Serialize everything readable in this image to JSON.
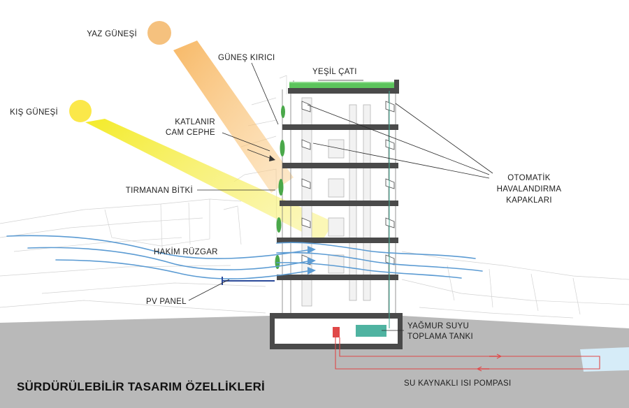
{
  "diagram": {
    "title": "SÜRDÜRÜLEBİLİR TASARIM ÖZELLİKLERİ",
    "labels": {
      "summer_sun": "YAZ GÜNEŞİ",
      "winter_sun": "KIŞ GÜNEŞİ",
      "sun_breaker": "GÜNEŞ KIRICI",
      "green_roof": "YEŞİL ÇATI",
      "folding_glass_line1": "KATLANIR",
      "folding_glass_line2": "CAM CEPHE",
      "climbing_plant": "TIRMANAN BİTKİ",
      "prevailing_wind": "HAKİM RÜZGAR",
      "pv_panel": "PV PANEL",
      "auto_vent_line1": "OTOMATİK",
      "auto_vent_line2": "HAVALANDIRMA",
      "auto_vent_line3": "KAPAKLARI",
      "rain_tank_line1": "YAĞMUR SUYU",
      "rain_tank_line2": "TOPLAMA TANKI",
      "heat_pump": "SU KAYNAKLI ISI POMPASI"
    },
    "colors": {
      "summer_sun": "#f5c17e",
      "summer_beam": "#f6a94e",
      "winter_sun": "#fbe84a",
      "winter_beam": "#f7ef2a",
      "green_roof": "#5cc45c",
      "wind": "#5b9bd3",
      "tank": "#4fb3a1",
      "pipe": "#e04848",
      "ground": "#b9b9b9",
      "slab": "#4a4a4a",
      "water": "#d6ecf8"
    }
  }
}
